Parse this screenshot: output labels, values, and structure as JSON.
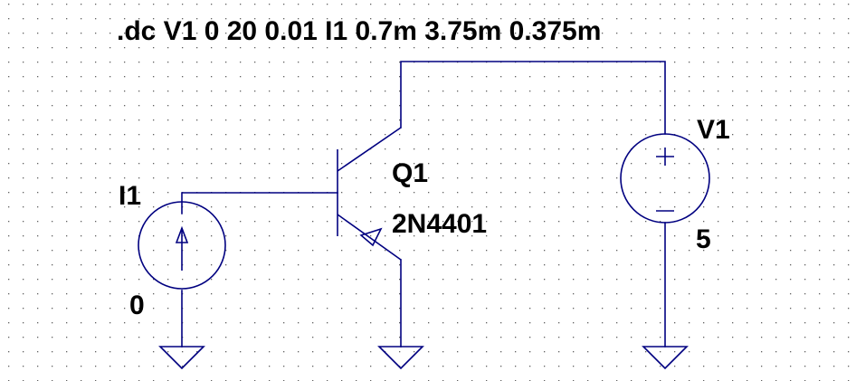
{
  "directive": ".dc V1 0 20 0.01 I1 0.7m 3.75m 0.375m",
  "components": {
    "current_source": {
      "name": "I1",
      "value": "0"
    },
    "transistor": {
      "name": "Q1",
      "model": "2N4401"
    },
    "voltage_source": {
      "name": "V1",
      "value": "5"
    }
  },
  "colors": {
    "wire": "#000080",
    "grid_dot": "#606060",
    "text": "#000000",
    "background": "#ffffff"
  }
}
